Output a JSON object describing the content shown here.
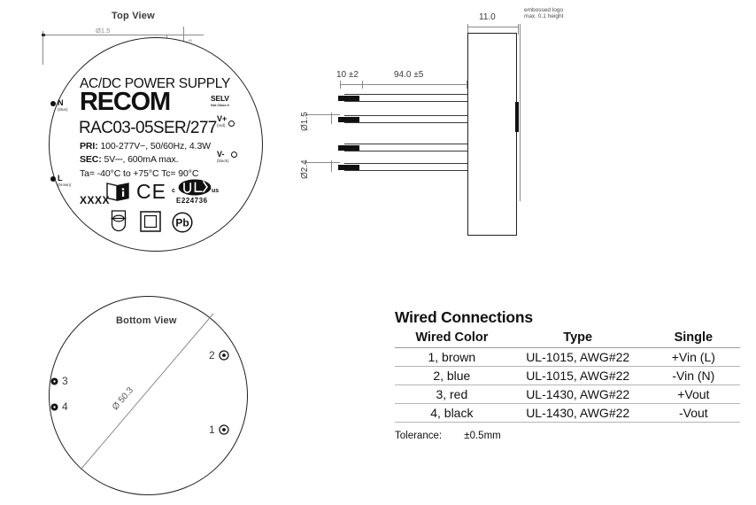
{
  "top_view": {
    "title": "Top View",
    "dimension_diameter": "Ø1.5",
    "label": {
      "heading": "AC/DC POWER SUPPLY",
      "brand": "RECOM",
      "model": "RAC03-05SER/277",
      "primary_key": "PRI:",
      "primary_value": "100-277V~, 50/60Hz, 4.3W",
      "secondary_key": "SEC:",
      "secondary_value": "5V⎓, 600mA max.",
      "temperature": "Ta= -40°C to +75°C   Tc= 90°C",
      "batch_code": "XXXX",
      "selv": "SELV",
      "selv_sub": "Not Class II"
    },
    "pins": [
      {
        "name": "N",
        "color": "(blue)"
      },
      {
        "name": "L",
        "color": "(brown)"
      },
      {
        "name": "V+",
        "color": "(red)"
      },
      {
        "name": "V-",
        "color": "(black)"
      }
    ],
    "certifications": {
      "manual_icon": "read-manual-icon",
      "ce_mark": "CE",
      "ul_c": "c",
      "ul_us": "us",
      "ul_file": "E224736",
      "fuse_icon": "fuse-icon",
      "class2_icon": "class-ii-icon",
      "pb_icon": "Pb"
    }
  },
  "side_view": {
    "body_width": "11.0",
    "embossed_note_line1": "embossed logo",
    "embossed_note_line2": "max. 0.1 height",
    "strip_length": "10 ±2",
    "wire_length": "94.0 ±5",
    "wire_dia_inner": "Ø1.5",
    "wire_dia_outer": "Ø2.4"
  },
  "bottom_view": {
    "title": "Bottom View",
    "diameter": "Ø 50.3",
    "pins": [
      {
        "number": "1"
      },
      {
        "number": "2"
      },
      {
        "number": "3"
      },
      {
        "number": "4"
      }
    ]
  },
  "wired_connections": {
    "title": "Wired Connections",
    "headers": [
      "Wired Color",
      "Type",
      "Single"
    ],
    "rows": [
      {
        "color": "1, brown",
        "type": "UL-1015, AWG#22",
        "single": "+Vin (L)"
      },
      {
        "color": "2, blue",
        "type": "UL-1015, AWG#22",
        "single": "-Vin  (N)"
      },
      {
        "color": "3, red",
        "type": "UL-1430, AWG#22",
        "single": "+Vout"
      },
      {
        "color": "4, black",
        "type": "UL-1430, AWG#22",
        "single": "-Vout"
      }
    ],
    "tolerance_label": "Tolerance:",
    "tolerance_value": "±0.5mm"
  }
}
